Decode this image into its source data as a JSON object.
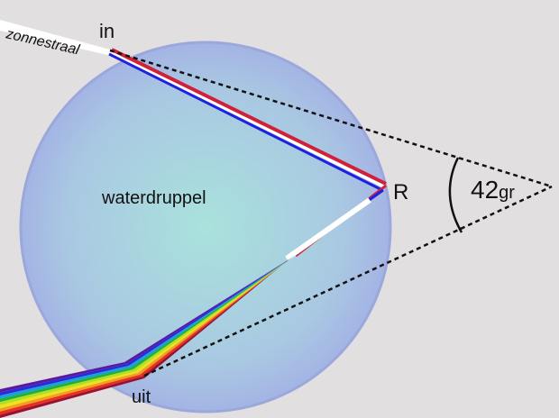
{
  "labels": {
    "sunbeam": "zonnestraal",
    "entry": "in",
    "exit": "uit",
    "droplet": "waterdruppel",
    "reflection": "R",
    "angle_value": "42",
    "angle_unit": "gr"
  },
  "colors": {
    "background": "#e2dfe0",
    "droplet_center": "#a9e2dc",
    "droplet_edge": "#a4b8e4",
    "droplet_rim": "#98a6dc",
    "sunlight": "#ffffff",
    "red_ray": "#d0203a",
    "blue_ray": "#2020e0",
    "construction_line": "#111111"
  },
  "spectrum": [
    "#5a1aa0",
    "#2a2ad8",
    "#1aa0e0",
    "#20b040",
    "#b0e020",
    "#f0e020",
    "#f0a020",
    "#e83020",
    "#9a1030"
  ]
}
